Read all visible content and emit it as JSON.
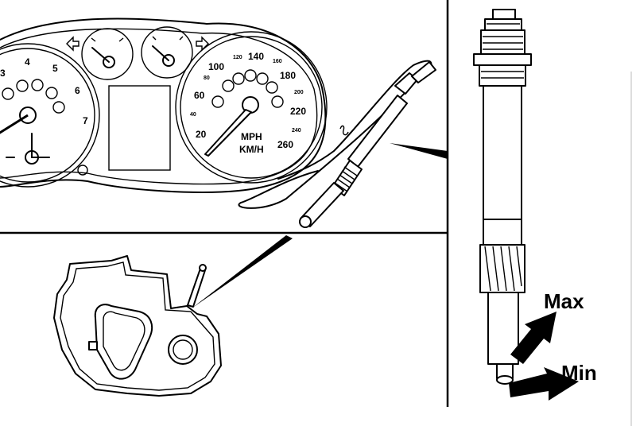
{
  "speedometer": {
    "mph_labels": [
      "20",
      "40",
      "60",
      "80",
      "100",
      "120",
      "140",
      "160",
      "180",
      "200",
      "220",
      "240",
      "260"
    ],
    "unit_mph": "MPH",
    "unit_kmh": "KM/H"
  },
  "tachometer": {
    "labels": [
      "3",
      "4",
      "5",
      "6",
      "7"
    ]
  },
  "callouts": {
    "max_label": "Max",
    "min_label": "Min"
  }
}
